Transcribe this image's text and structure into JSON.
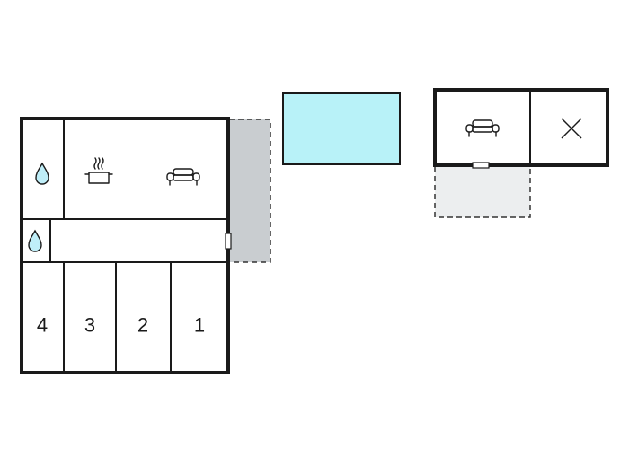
{
  "floor_plan": {
    "rooms": [
      {
        "id": "room-4",
        "label": "4"
      },
      {
        "id": "room-3",
        "label": "3"
      },
      {
        "id": "room-2",
        "label": "2"
      },
      {
        "id": "room-1",
        "label": "1"
      }
    ],
    "icons": [
      "water-drop-icon",
      "cooking-pot-icon",
      "sofa-icon",
      "water-drop-icon",
      "sofa-icon",
      "close-x-icon"
    ],
    "colors": {
      "wall": "#1a1a1a",
      "pool": "#b8f2f8",
      "terrace": "#c9cdd0",
      "terrace_light": "#eceeef"
    }
  }
}
